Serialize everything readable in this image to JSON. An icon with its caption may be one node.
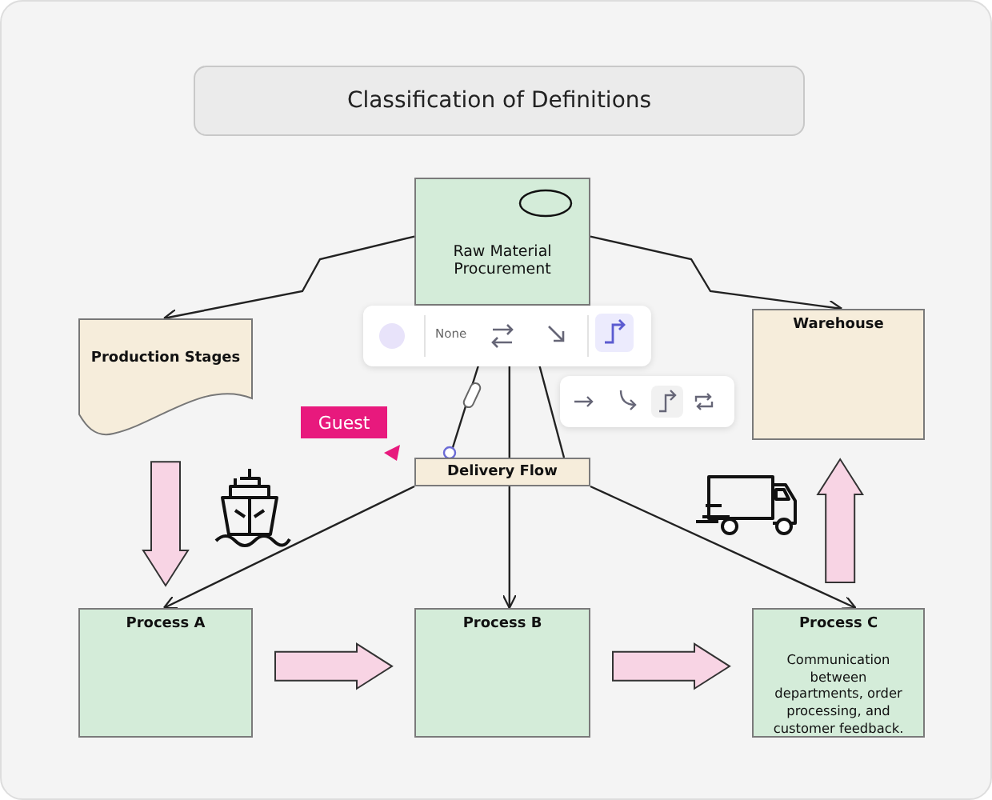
{
  "diagram": {
    "title": "Classification of Definitions",
    "nodes": [
      {
        "text": [
          "Raw Material Procurement"
        ]
      },
      {
        "text": [
          "Production Stages"
        ]
      },
      {
        "text": [
          "Warehouse"
        ]
      },
      {
        "text": [
          "Delivery Flow"
        ]
      },
      {
        "text": [
          "Process A"
        ]
      },
      {
        "text": [
          "Process B"
        ]
      },
      {
        "text": [
          "Process C",
          "Communication between departments, order processing, and customer feedback."
        ]
      }
    ],
    "edges": [
      {
        "from": 0,
        "to": 1,
        "arrow": "to"
      },
      {
        "from": 0,
        "to": 2,
        "arrow": "to"
      },
      {
        "from": 0,
        "to": 3,
        "arrow": "none"
      },
      {
        "from": 0,
        "to": 3,
        "arrow": "none"
      },
      {
        "from": 0,
        "to": 3,
        "arrow": "none"
      },
      {
        "from": 3,
        "to": 4,
        "arrow": "to"
      },
      {
        "from": 3,
        "to": 5,
        "arrow": "to"
      },
      {
        "from": 3,
        "to": 6,
        "arrow": "to"
      },
      {
        "from": 1,
        "to": 4,
        "arrow": "to",
        "style": "thick",
        "color": "#f8d4e4"
      },
      {
        "from": 4,
        "to": 5,
        "arrow": "to",
        "style": "thick",
        "color": "#f8d4e4"
      },
      {
        "from": 5,
        "to": 6,
        "arrow": "to",
        "style": "thick",
        "color": "#f8d4e4"
      },
      {
        "from": 6,
        "to": 2,
        "arrow": "to",
        "style": "thick",
        "color": "#f8d4e4"
      }
    ],
    "labels": [
      "None",
      "Guest"
    ]
  }
}
